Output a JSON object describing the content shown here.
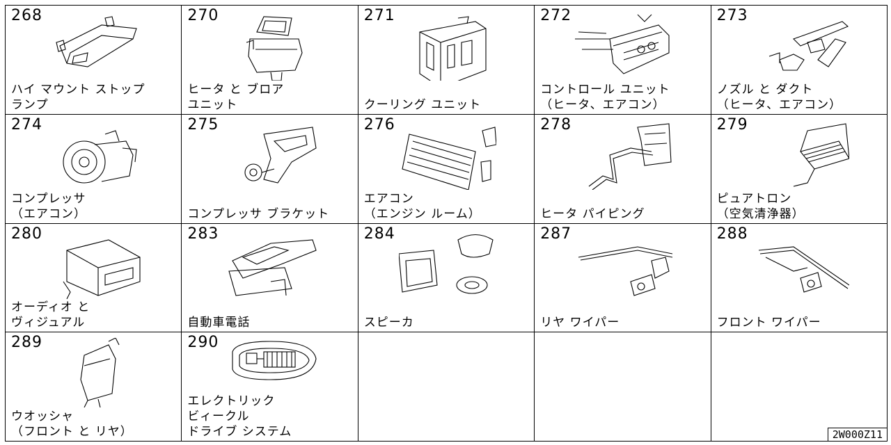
{
  "cells": [
    {
      "num": "268",
      "label": "ハイ マウント ストップ\nランプ",
      "icon": "high-mount-stop-lamp-icon"
    },
    {
      "num": "270",
      "label": "ヒータ と ブロア\nユニット",
      "icon": "heater-blower-unit-icon"
    },
    {
      "num": "271",
      "label": "クーリング ユニット",
      "icon": "cooling-unit-icon"
    },
    {
      "num": "272",
      "label": "コントロール ユニット\n（ヒータ、エアコン）",
      "icon": "control-unit-icon"
    },
    {
      "num": "273",
      "label": "ノズル と ダクト\n（ヒータ、エアコン）",
      "icon": "nozzle-duct-icon"
    },
    {
      "num": "274",
      "label": "コンプレッサ\n（エアコン）",
      "icon": "compressor-icon"
    },
    {
      "num": "275",
      "label": "コンプレッサ ブラケット",
      "icon": "compressor-bracket-icon"
    },
    {
      "num": "276",
      "label": "エアコン\n（エンジン ルーム）",
      "icon": "aircon-engine-room-icon"
    },
    {
      "num": "278",
      "label": "ヒータ パイピング",
      "icon": "heater-piping-icon"
    },
    {
      "num": "279",
      "label": "ピュアトロン\n（空気清浄器）",
      "icon": "air-purifier-icon"
    },
    {
      "num": "280",
      "label": "オーディオ と\nヴィジュアル",
      "icon": "audio-visual-icon"
    },
    {
      "num": "283",
      "label": "自動車電話",
      "icon": "car-phone-icon"
    },
    {
      "num": "284",
      "label": "スピーカ",
      "icon": "speaker-icon"
    },
    {
      "num": "287",
      "label": "リヤ ワイパー",
      "icon": "rear-wiper-icon"
    },
    {
      "num": "288",
      "label": "フロント ワイパー",
      "icon": "front-wiper-icon"
    },
    {
      "num": "289",
      "label": "ウオッシャ\n（フロント と リヤ）",
      "icon": "washer-icon"
    },
    {
      "num": "290",
      "label": "エレクトリック\nビィークル\nドライブ システム",
      "icon": "ev-drive-system-icon"
    }
  ],
  "footer_code": "2W000Z11"
}
